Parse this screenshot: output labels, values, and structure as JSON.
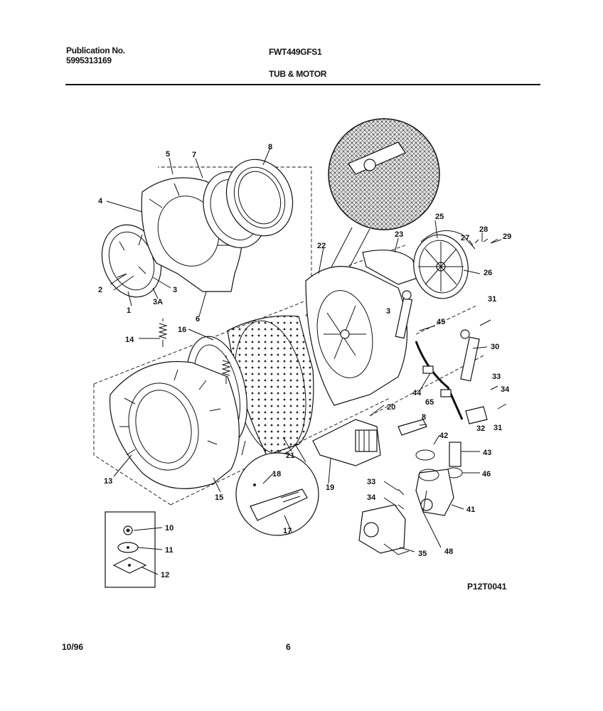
{
  "header": {
    "publication_label": "Publication No.",
    "publication_number": "5995313169",
    "model": "FWT449GFS1",
    "section_title": "TUB & MOTOR"
  },
  "footer": {
    "date": "10/96",
    "page": "6",
    "diagram_code": "P12T0041"
  },
  "callouts": [
    "1",
    "2",
    "3",
    "3A",
    "4",
    "5",
    "6",
    "7",
    "8",
    "3",
    "10",
    "11",
    "12",
    "13",
    "14",
    "15",
    "16",
    "17",
    "18",
    "19",
    "20",
    "21",
    "22",
    "23",
    "25",
    "26",
    "27",
    "28",
    "29",
    "30",
    "31",
    "31",
    "32",
    "33",
    "34",
    "33",
    "34",
    "35",
    "41",
    "42",
    "43",
    "44",
    "45",
    "46",
    "48",
    "65",
    "8"
  ]
}
